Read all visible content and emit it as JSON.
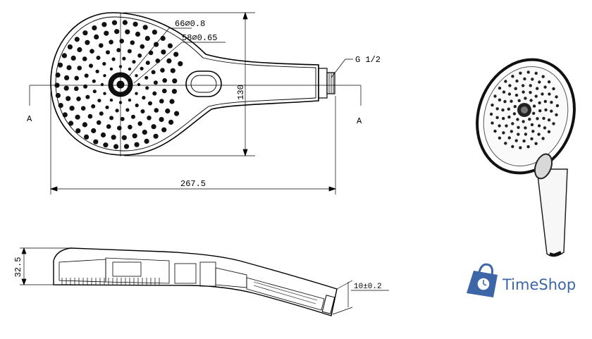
{
  "drawing": {
    "top_view": {
      "hole_callout_outer": "66∅0.8",
      "hole_callout_inner": "58∅0.65",
      "thread_label": "G 1/2",
      "height_dim": "130",
      "length_dim": "267.5",
      "section_mark_left": "A",
      "section_mark_right": "A"
    },
    "side_view": {
      "thickness_dim": "32.5",
      "tilt_dim": "10±0.2"
    }
  },
  "brand": {
    "name": "TimeShop",
    "color": "#3c66a8"
  }
}
